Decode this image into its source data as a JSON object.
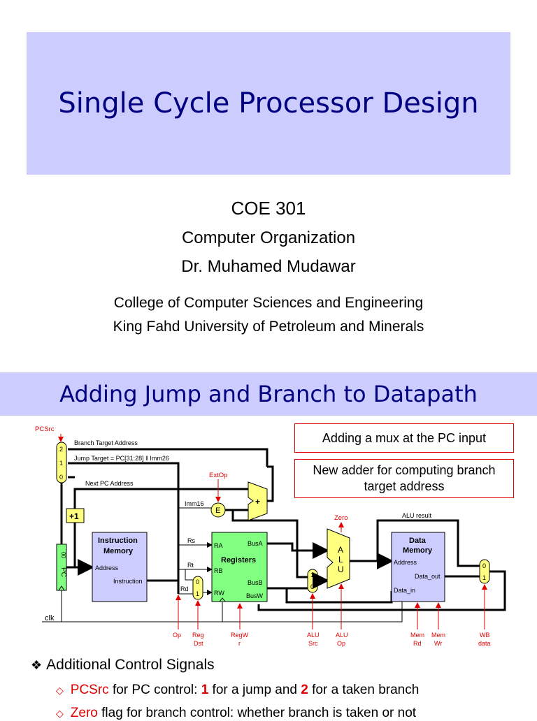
{
  "slide1": {
    "title": "Single Cycle Processor Design",
    "course": "COE 301",
    "course_name": "Computer Organization",
    "author": "Dr. Muhamed Mudawar",
    "college": "College of Computer Sciences and Engineering",
    "university": "King Fahd University of Petroleum and Minerals"
  },
  "slide2": {
    "title": "Adding Jump and Branch to Datapath",
    "callout1": "Adding a mux at the PC input",
    "callout2": "New adder for computing branch target address",
    "diagram": {
      "pcsrc": "PCSrc",
      "branch_target": "Branch Target Address",
      "jump_target": "Jump Target = PC[31:28] ǁ Imm26",
      "next_pc": "Next PC Address",
      "mux_pc_in2": "2",
      "mux_pc_in1": "1",
      "mux_pc_in0": "0",
      "plus_one": "+1",
      "pc": "PC",
      "pc_bits": "00",
      "clk": "clk",
      "extop": "ExtOp",
      "imm16": "Imm16",
      "ext": "E",
      "adder_plus": "+",
      "im_title1": "Instruction",
      "im_title2": "Memory",
      "im_address": "Address",
      "im_instruction": "Instruction",
      "rs": "Rs",
      "rt": "Rt",
      "rd": "Rd",
      "reg_ra": "RA",
      "reg_rb": "RB",
      "reg_rw": "RW",
      "reg_title": "Registers",
      "reg_busa": "BusA",
      "reg_busb": "BusB",
      "reg_busw": "BusW",
      "regdst_mux0": "0",
      "regdst_mux1": "1",
      "alusrc_mux1": "1",
      "alusrc_mux0": "0",
      "zero": "Zero",
      "alu_a": "A",
      "alu_l": "L",
      "alu_u": "U",
      "alu_result": "ALU result",
      "dm_title1": "Data",
      "dm_title2": "Memory",
      "dm_address": "Address",
      "dm_dataout": "Data_out",
      "dm_datain": "Data_in",
      "wb_mux0": "0",
      "wb_mux1": "1",
      "sig_op": "Op",
      "sig_regdst1": "Reg",
      "sig_regdst2": "Dst",
      "sig_regwr1": "RegW",
      "sig_regwr2": "r",
      "sig_alusrc1": "ALU",
      "sig_alusrc2": "Src",
      "sig_aluop1": "ALU",
      "sig_aluop2": "Op",
      "sig_memrd1": "Mem",
      "sig_memrd2": "Rd",
      "sig_memwr1": "Mem",
      "sig_memwr2": "Wr",
      "sig_wb1": "WB",
      "sig_wb2": "data"
    },
    "bullet_main": "Additional Control Signals",
    "bullet1": {
      "term": "PCSrc",
      "text_a": " for PC control: ",
      "val1": "1",
      "text_b": " for a jump and ",
      "val2": "2",
      "text_c": " for a taken branch"
    },
    "bullet2": {
      "term": "Zero",
      "text_a": " flag for branch control: whether branch is taken or not"
    }
  },
  "colors": {
    "band": "#ccccff",
    "title": "#000080",
    "accent_red": "#e00000",
    "yellow_box": "#ffff80",
    "green_box": "#80ff80",
    "memory_box": "#ccccff"
  }
}
